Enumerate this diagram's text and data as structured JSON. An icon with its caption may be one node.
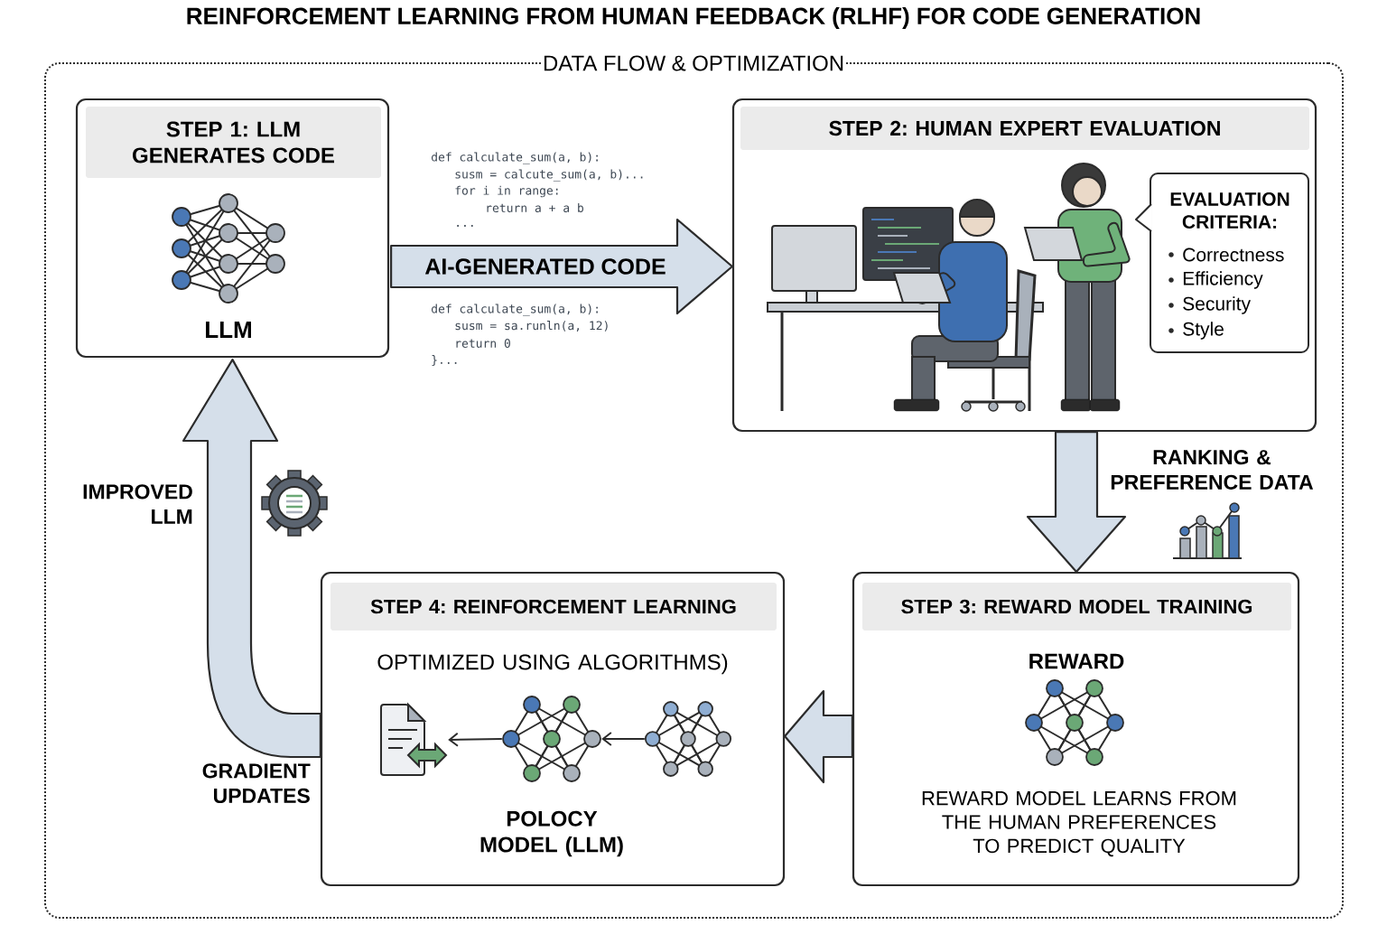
{
  "diagram": {
    "title": "REINFORCEMENT LEARNING FROM HUMAN FEEDBACK (RLHF) FOR CODE GENERATION",
    "nodes": [
      {
        "text": [
          "DATA FLOW & OPTIMIZATION"
        ]
      },
      {
        "text": [
          "STEP 1: LLM GENERATES CODE",
          "LLM"
        ],
        "in": 0
      },
      {
        "text": [
          "STEP 2: HUMAN EXPERT EVALUATION"
        ],
        "in": 0
      },
      {
        "text": [
          "EVALUATION CRITERIA:",
          "Correctness",
          "Efficiency",
          "Security",
          "Style"
        ],
        "in": 2
      },
      {
        "text": [
          "STEP 4: REINFORCEMENT LEARNING",
          "OPTIMIZED USING ALGORITHMS)",
          "POLOCY MODEL (LLM)"
        ],
        "in": 0
      },
      {
        "text": [],
        "shape": "picture",
        "in": 4
      },
      {
        "text": [],
        "shape": "picture",
        "in": 4
      },
      {
        "text": [],
        "shape": "picture",
        "in": 4
      },
      {
        "text": [
          "STEP 3: REWARD MODEL TRAINING",
          "REWARD",
          "REWARD MODEL LEARNS FROM THE HUMAN PREFERENCES TO PREDICT QUALITY"
        ],
        "in": 0
      }
    ],
    "edges": [
      {
        "from": 1,
        "to": 2,
        "arrow": "to",
        "label": "AI-GENERATED CODE",
        "style": "thick"
      },
      {
        "from": 2,
        "to": 8,
        "arrow": "to",
        "label": "RANKING & PREFERENCE DATA",
        "style": "thick"
      },
      {
        "from": 8,
        "to": 4,
        "arrow": "to",
        "style": "thick"
      },
      {
        "from": 4,
        "to": 1,
        "arrow": "to",
        "style": "thick"
      },
      {
        "from": 7,
        "to": 6,
        "arrow": "to"
      },
      {
        "from": 6,
        "to": 5,
        "arrow": "to"
      }
    ],
    "labels": [
      "def calculate_sum(a, b):",
      "susm = calcute_sum(a, b)...",
      "for i in range:",
      "return a + a b",
      "...",
      "def calculate_sum(a, b):",
      "susm = sa.runln(a, 12)",
      "return 0",
      "}...",
      "IMPROVED LLM",
      "GRADIENT UPDATES"
    ]
  }
}
